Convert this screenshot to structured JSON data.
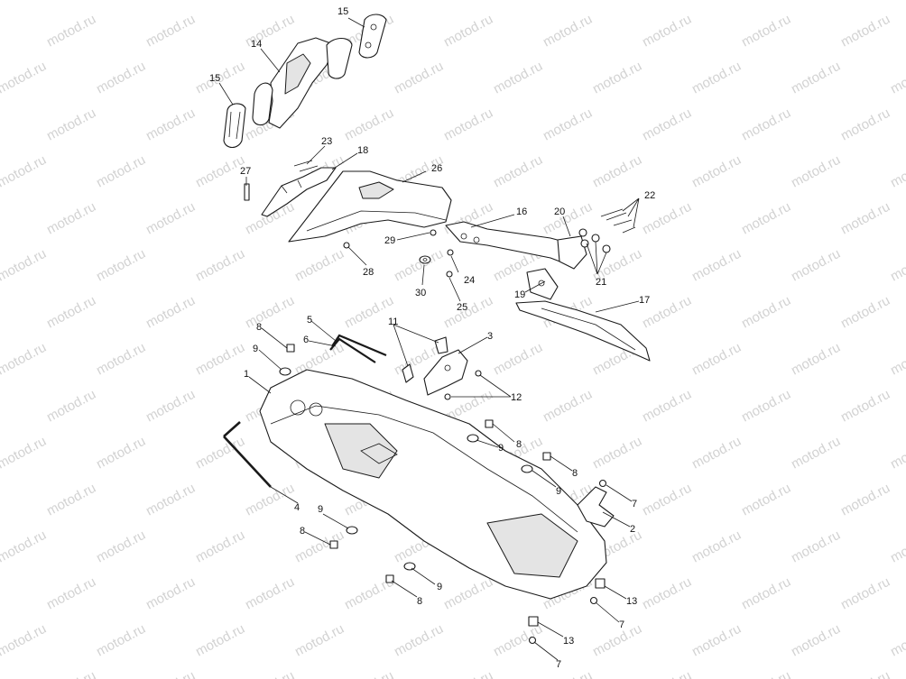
{
  "watermark": {
    "text": "motod.ru",
    "color": "#d2d2d2"
  },
  "callouts": {
    "n1": "1",
    "n2": "2",
    "n3": "3",
    "n4": "4",
    "n5": "5",
    "n6": "6",
    "n7": "7",
    "n8": "8",
    "n9": "9",
    "n11": "11",
    "n12": "12",
    "n13": "13",
    "n14": "14",
    "n15": "15",
    "n16": "16",
    "n17": "17",
    "n18": "18",
    "n19": "19",
    "n20": "20",
    "n21": "21",
    "n22": "22",
    "n23": "23",
    "n24": "24",
    "n25": "25",
    "n26": "26",
    "n27": "27",
    "n28": "28",
    "n29": "29",
    "n30": "30"
  }
}
